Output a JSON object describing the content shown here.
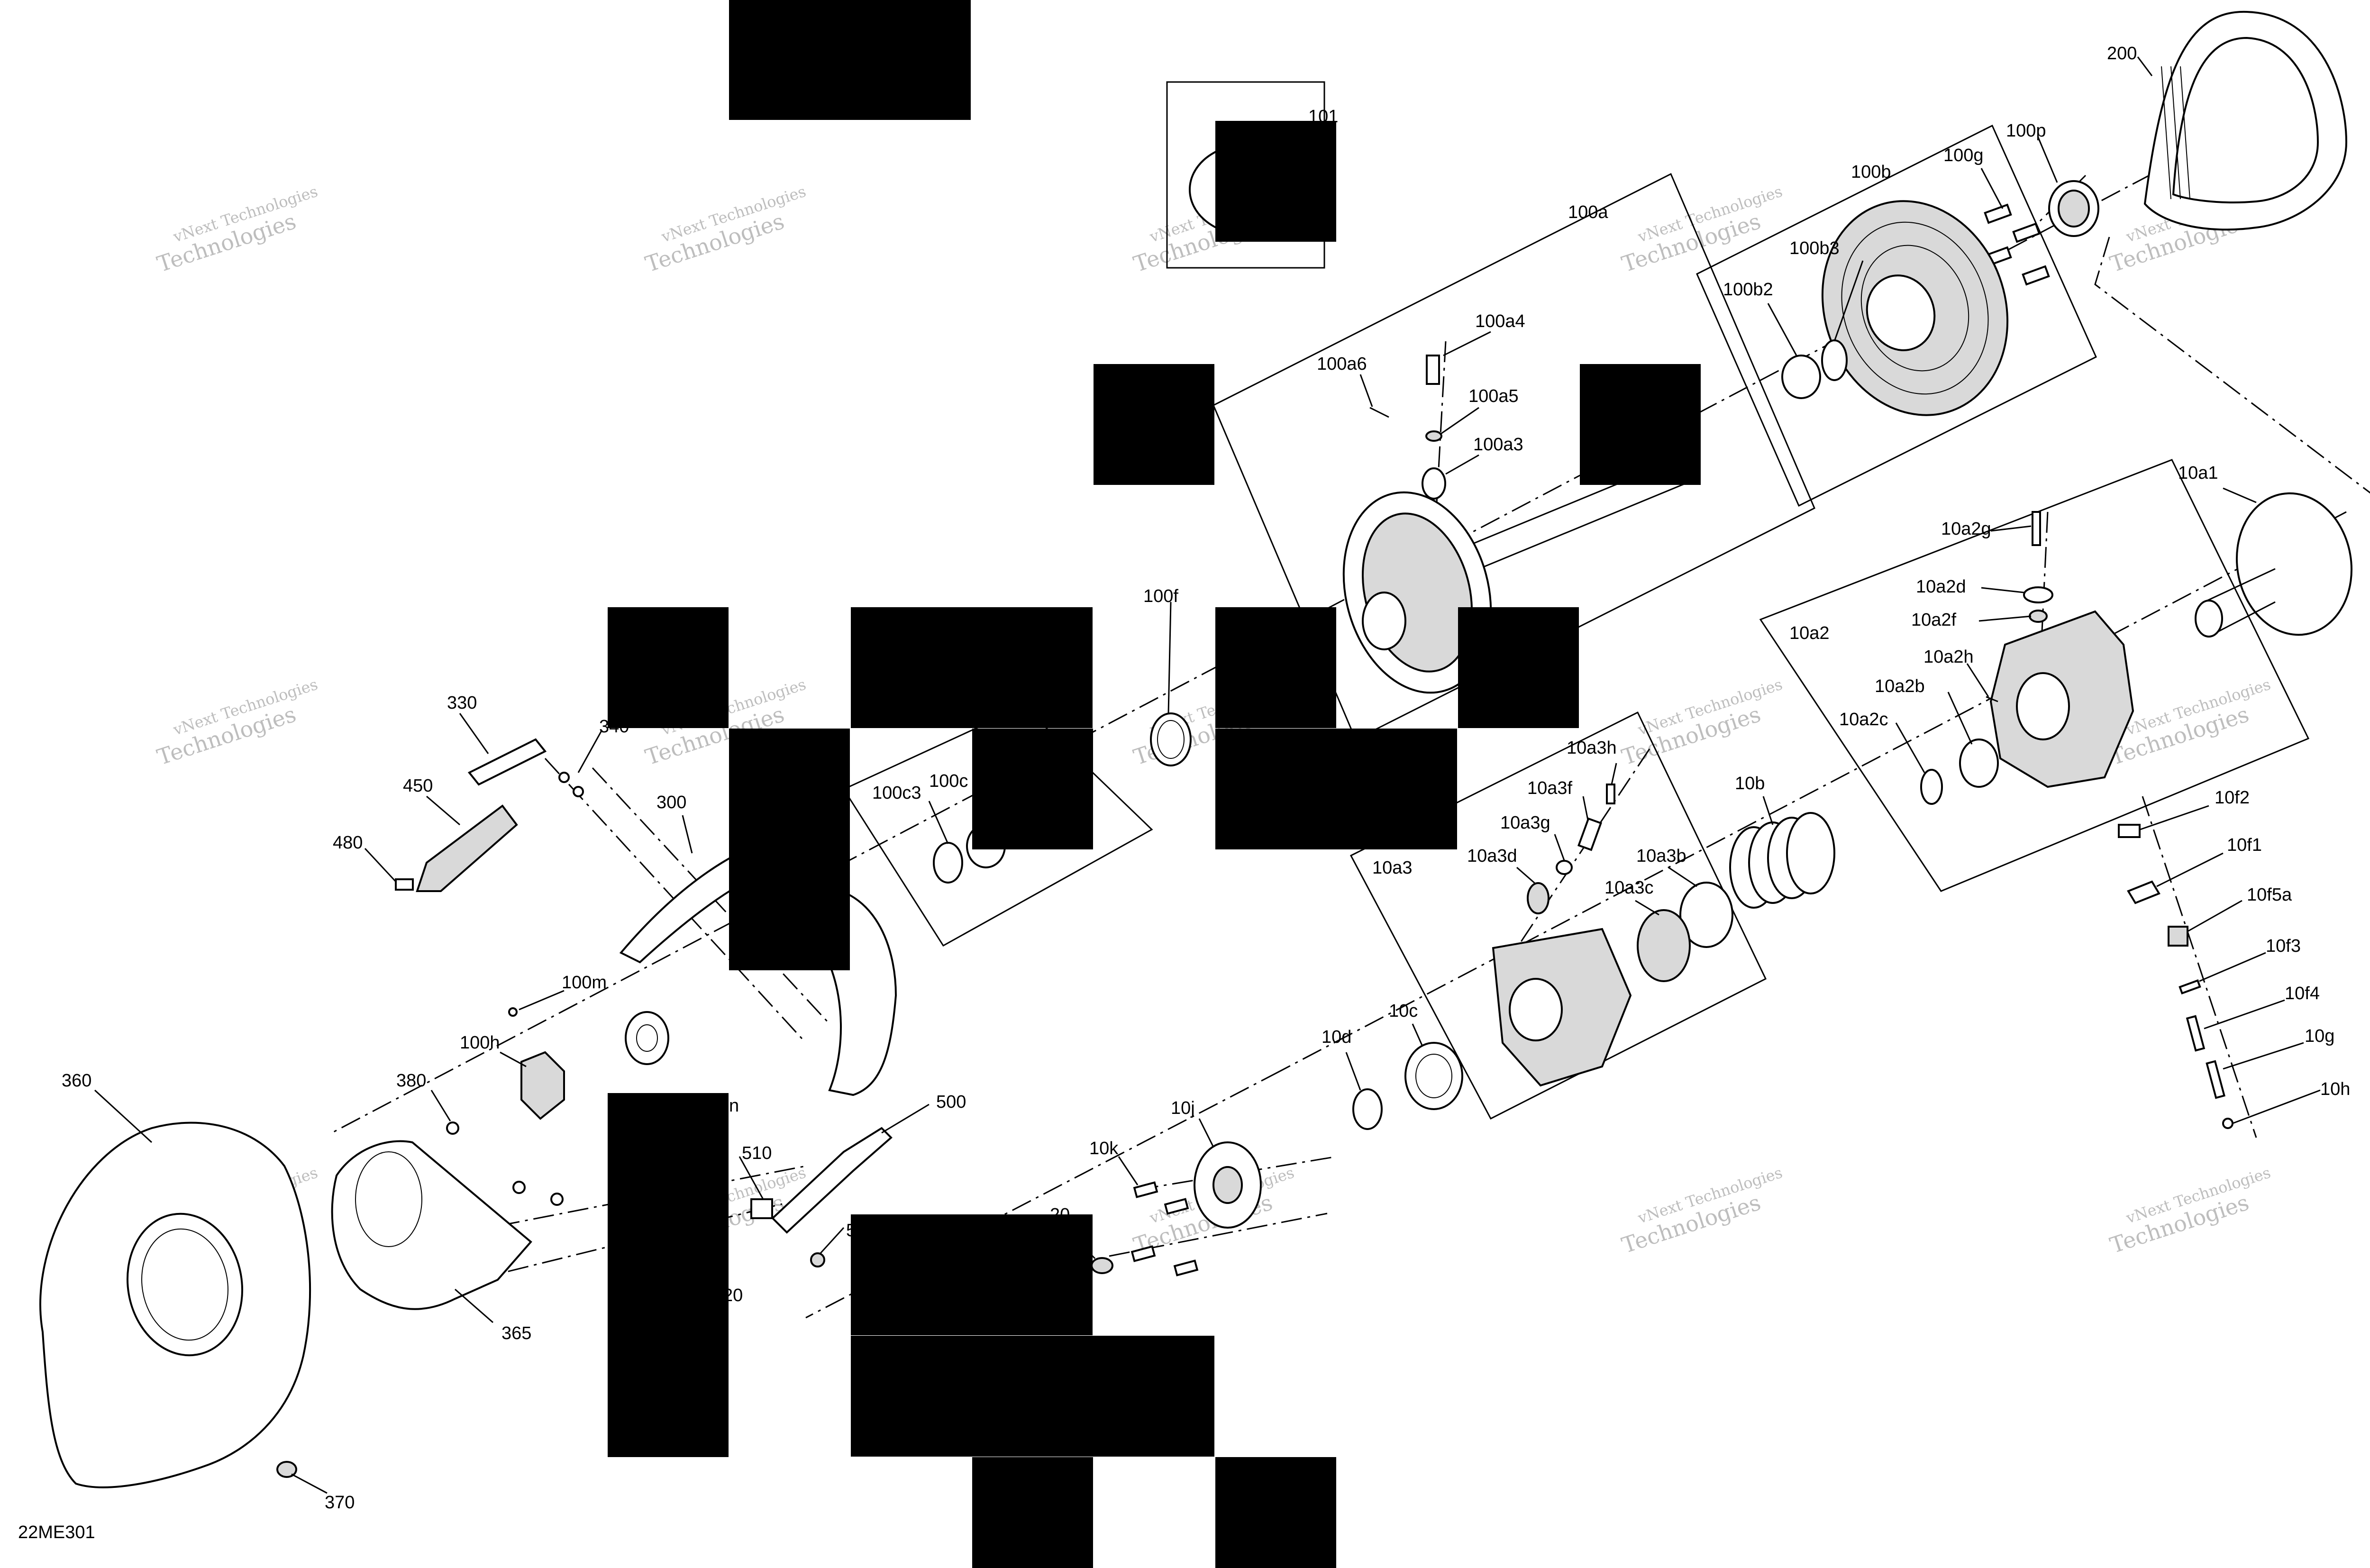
{
  "diagram_id": "22ME301",
  "watermark": {
    "line1": "vNext Technologies",
    "line2": "Technologies"
  },
  "callouts": {
    "c101": "101",
    "c200": "200",
    "c100p": "100p",
    "c100g": "100g",
    "c100b": "100b",
    "c100a": "100a",
    "c100b3": "100b3",
    "c100b2": "100b2",
    "c100a4": "100a4",
    "c100a6": "100a6",
    "c100a5": "100a5",
    "c100a3": "100a3",
    "c10a1": "10a1",
    "c10a2g": "10a2g",
    "c10a2d": "10a2d",
    "c10a2f": "10a2f",
    "c10a2": "10a2",
    "c10a2h": "10a2h",
    "c10a2b": "10a2b",
    "c10a2c": "10a2c",
    "c100f": "100f",
    "c10a3h": "10a3h",
    "c10a3f": "10a3f",
    "c10a3g": "10a3g",
    "c10a3d": "10a3d",
    "c10a3": "10a3",
    "c10a3b": "10a3b",
    "c10a3c": "10a3c",
    "c10b": "10b",
    "c10f2": "10f2",
    "c10f1": "10f1",
    "c10f5a": "10f5a",
    "c10f3": "10f3",
    "c10f4": "10f4",
    "c10g": "10g",
    "c10h": "10h",
    "c10d": "10d",
    "c10c": "10c",
    "c10j": "10j",
    "c10k": "10k",
    "c330": "330",
    "c340": "340",
    "c450": "450",
    "c480": "480",
    "c300": "300",
    "c100c3": "100c3",
    "c100c": "100c",
    "c100m": "100m",
    "c100h": "100h",
    "c380": "380",
    "c360": "360",
    "c365": "365",
    "c370": "370",
    "c500": "500",
    "c510": "510",
    "c_n": "n",
    "c_5": "5",
    "c_20a": "20",
    "c_20b": "20"
  }
}
